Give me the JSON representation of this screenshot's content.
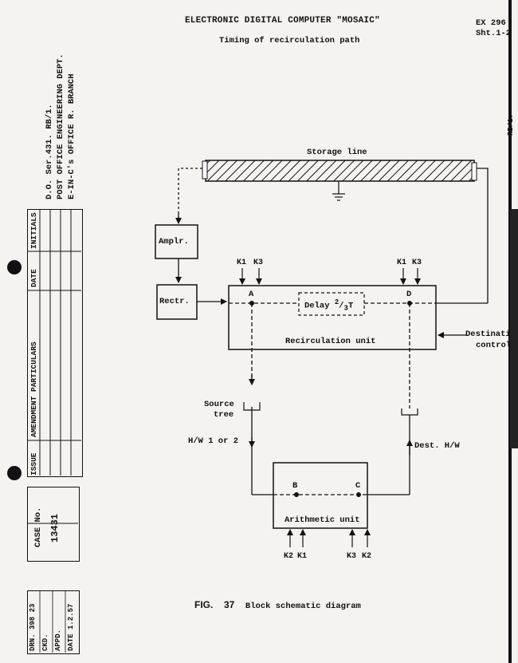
{
  "header": {
    "title": "ELECTRONIC DIGITAL COMPUTER \"MOSAIC\"",
    "subtitle": "Timing of recirculation path",
    "ref": "EX 296",
    "sheet": "Sht.1-2"
  },
  "side": {
    "dept_line1": "D.O. Ser.431. RB/1.",
    "dept_line2": "POST OFFICE ENGINEERING DEPT.",
    "dept_line3": "E-IN-C's OFFICE R. BRANCH",
    "table_headers": [
      "ISSUE",
      "AMENDMENT PARTICULARS",
      "DATE",
      "INITIALS"
    ],
    "case_label": "CASE No.",
    "case_number": "13431",
    "sign_lines": [
      "DRN. 398 23",
      "CKD. ",
      "APPD. ",
      "DATE 1.2.57"
    ]
  },
  "right_edge": {
    "vertical_text": "RB/1."
  },
  "diagram": {
    "storage_line": "Storage line",
    "amplifier": "Amplr.",
    "rectifier": "Rectr.",
    "recirculation_unit": "Recirculation unit",
    "delay_prefix": "Delay",
    "delay_num": "2",
    "delay_den": "3",
    "delay_suffix": "T",
    "point_a": "A",
    "point_d": "D",
    "point_b": "B",
    "point_c": "C",
    "k1_left": "K1",
    "k3_left": "K3",
    "k1_right": "K1",
    "k3_right": "K3",
    "destination_control_1": "Destinati",
    "destination_control_2": "control",
    "source_tree_1": "Source",
    "source_tree_2": "tree",
    "hw_left": "H/W 1 or 2",
    "dest_hw": "Dest. H/W",
    "arithmetic_unit": "Arithmetic unit",
    "k2_a": "K2",
    "k1_b": "K1",
    "k3_c": "K3",
    "k2_d": "K2"
  },
  "caption": {
    "fig_prefix": "FIG.",
    "fig_number": "37",
    "fig_text": "Block schematic diagram"
  }
}
